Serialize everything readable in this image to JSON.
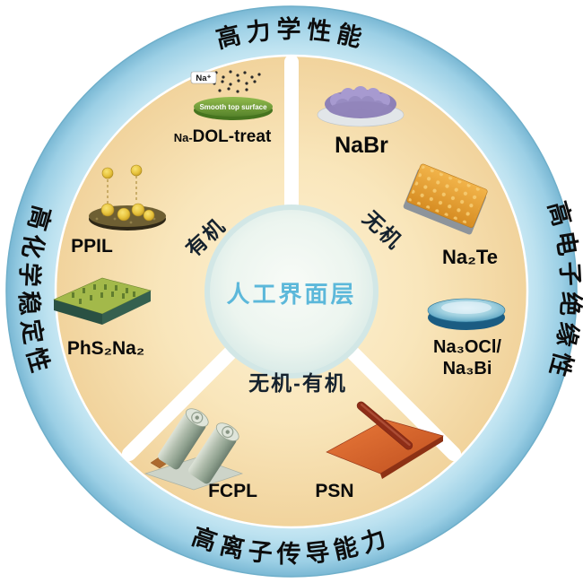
{
  "center": {
    "label": "人工界面层"
  },
  "ring_labels": {
    "top": "高力学性能",
    "right": "高电子绝缘性",
    "bottom": "高离子传导能力",
    "left": "高化学稳定性"
  },
  "sectors": {
    "organic": {
      "label": "有机"
    },
    "inorganic": {
      "label": "无机"
    },
    "hybrid": {
      "label": "无机-有机"
    }
  },
  "items": {
    "dol": {
      "ion_label": "Na⁺",
      "surface_text": "Smooth top surface",
      "label_prefix": "Na-",
      "label": "DOL-treat"
    },
    "ppil": {
      "label": "PPIL"
    },
    "phs2na2": {
      "label": "PhS₂Na₂"
    },
    "nabr": {
      "label": "NaBr"
    },
    "na2te": {
      "label": "Na₂Te"
    },
    "na3ocl": {
      "label_line1": "Na₃OCl/",
      "label_line2": "Na₃Bi"
    },
    "fcpl": {
      "label": "FCPL"
    },
    "psn": {
      "label": "PSN"
    }
  },
  "colors": {
    "outer_ring_blue": "#8ec6de",
    "inner_disc_peach": "#f6dca6",
    "center_text_blue": "#5cb8da",
    "label_black": "#0a0a0a"
  }
}
